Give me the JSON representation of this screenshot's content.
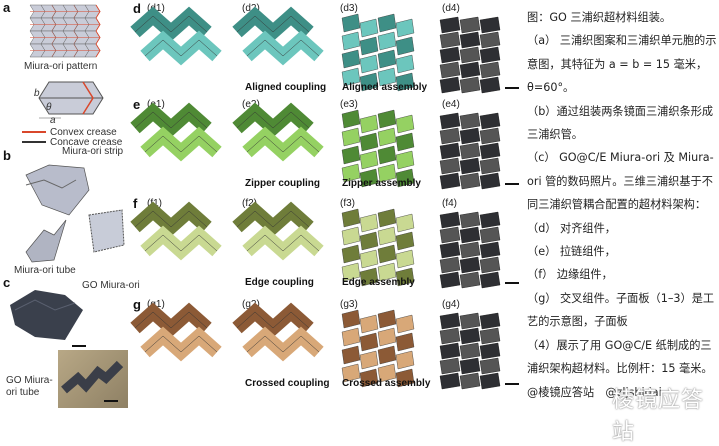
{
  "panel_a": {
    "label": "a",
    "pattern_caption": "Miura-ori pattern",
    "b": "b",
    "theta": "θ",
    "a": "a",
    "legend": [
      {
        "label": "Convex crease",
        "color": "#d9472b"
      },
      {
        "label": "Concave crease",
        "color": "#333333"
      }
    ]
  },
  "panel_b": {
    "label": "b",
    "strip": "Miura-ori strip",
    "tube": "Miura-ori tube"
  },
  "panel_c": {
    "label": "c",
    "go_miura": "GO Miura-ori",
    "go_tube": "GO Miura-ori tube"
  },
  "rows": [
    {
      "label": "d",
      "subs": [
        "(d1)",
        "(d2)",
        "(d3)",
        "(d4)"
      ],
      "captions": [
        "Aligned coupling",
        "Aligned assembly"
      ],
      "dark": "#3e8f86",
      "light": "#6cc6bd"
    },
    {
      "label": "e",
      "subs": [
        "(e1)",
        "(e2)",
        "(e3)",
        "(e4)"
      ],
      "captions": [
        "Zipper coupling",
        "Zipper assembly"
      ],
      "dark": "#4f8a35",
      "light": "#95d162"
    },
    {
      "label": "f",
      "subs": [
        "(f1)",
        "(f2)",
        "(f3)",
        "(f4)"
      ],
      "captions": [
        "Edge coupling",
        "Edge assembly"
      ],
      "dark": "#6f7d3a",
      "light": "#c9d992"
    },
    {
      "label": "g",
      "subs": [
        "(g1)",
        "(g2)",
        "(g3)",
        "(g4)"
      ],
      "captions": [
        "Crossed coupling",
        "Crossed assembly"
      ],
      "dark": "#8c5a36",
      "light": "#d8a878"
    }
  ],
  "caption": [
    "图：GO 三浦织超材料组装。",
    "（a） 三浦织图案和三浦织单元胞的示意图，其特征为 a = b = 15 毫米，θ=60°。",
    "（b）通过组装两条镜面三浦织条形成三浦织管。",
    "（c） GO@C/E Miura-ori 及 Miura-ori 管的数码照片。三维三浦织基于不同三浦织管耦合配置的超材料架构：",
    "（d） 对齐组件，",
    "（e） 拉链组件，",
    "（f） 边缘组件，",
    "（g） 交叉组件。子面板（1–3）是工艺的示意图，子面板",
    "（4）展示了用 GO@C/E 纸制成的三浦织架构超材料。比例杆：15 毫米。",
    "@棱镜应答站　@zljshidai"
  ],
  "watermark": "棱镜应答站"
}
